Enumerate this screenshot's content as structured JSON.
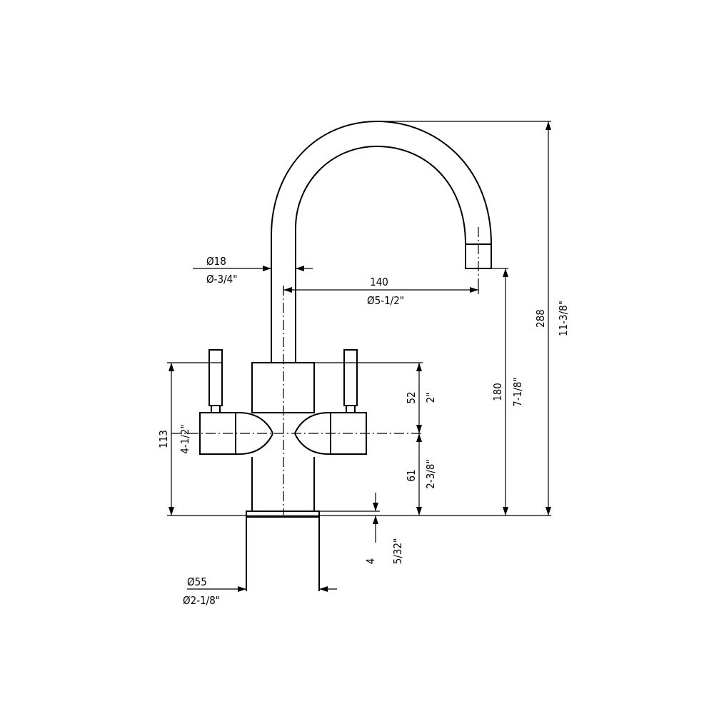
{
  "dimensions": {
    "spout_diameter": {
      "metric": "Ø18",
      "imperial": "Ø-3/4\""
    },
    "spout_reach": {
      "metric": "140",
      "imperial": "Ø5-1/2\""
    },
    "total_height": {
      "metric": "288",
      "imperial": "11-3/8\""
    },
    "spout_outlet_height": {
      "metric": "180",
      "imperial": "7-1/8\""
    },
    "handle_height": {
      "metric": "113",
      "imperial": "4-1/2\""
    },
    "handle_top_offset": {
      "metric": "52",
      "imperial": "2\""
    },
    "handle_axis_height": {
      "metric": "61",
      "imperial": "2-3/8\""
    },
    "base_ring_thickness": {
      "metric": "4",
      "imperial": "5/32\""
    },
    "base_diameter": {
      "metric": "Ø55",
      "imperial": "Ø2-1/8\""
    }
  }
}
